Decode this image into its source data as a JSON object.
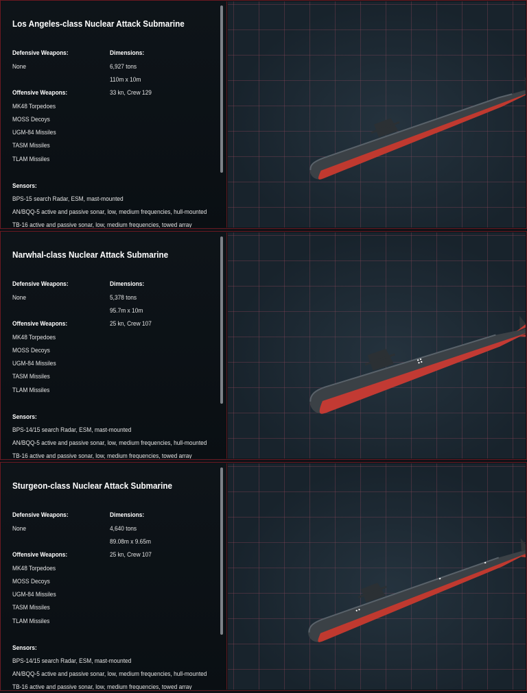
{
  "subs": [
    {
      "title": "Los Angeles-class Nuclear Attack Submarine",
      "defensive_label": "Defensive Weapons:",
      "defensive": [
        "None"
      ],
      "dimensions_label": "Dimensions:",
      "dimensions": [
        "6,927 tons",
        "110m x 10m",
        "33 kn, Crew 129"
      ],
      "offensive_label": "Offensive Weapons:",
      "offensive": [
        "MK48 Torpedoes",
        "MOSS Decoys",
        "UGM-84 Missiles",
        "TASM Missiles",
        "TLAM Missiles"
      ],
      "sensors_label": "Sensors:",
      "sensors": [
        "BPS-15 search Radar, ESM, mast-mounted",
        "AN/BQQ-5 active and passive sonar, low, medium frequencies, hull-mounted",
        "TB-16  active and passive sonar, low, medium frequencies, towed array"
      ]
    },
    {
      "title": "Narwhal-class Nuclear Attack Submarine",
      "defensive_label": "Defensive Weapons:",
      "defensive": [
        "None"
      ],
      "dimensions_label": "Dimensions:",
      "dimensions": [
        "5,378 tons",
        "95.7m x 10m",
        "25 kn, Crew 107"
      ],
      "offensive_label": "Offensive Weapons:",
      "offensive": [
        "MK48 Torpedoes",
        "MOSS Decoys",
        "UGM-84 Missiles",
        "TASM Missiles",
        "TLAM Missiles"
      ],
      "sensors_label": "Sensors:",
      "sensors": [
        "BPS-14/15 search Radar, ESM, mast-mounted",
        "AN/BQQ-5 active and passive sonar, low, medium frequencies, hull-mounted",
        "TB-16  active and passive sonar, low, medium frequencies, towed array"
      ]
    },
    {
      "title": "Sturgeon-class Nuclear Attack Submarine",
      "defensive_label": "Defensive Weapons:",
      "defensive": [
        "None"
      ],
      "dimensions_label": "Dimensions:",
      "dimensions": [
        "4,640 tons",
        "89.08m x 9.65m",
        "25 kn, Crew 107"
      ],
      "offensive_label": "Offensive Weapons:",
      "offensive": [
        "MK48 Torpedoes",
        "MOSS Decoys",
        "UGM-84 Missiles",
        "TASM Missiles",
        "TLAM Missiles"
      ],
      "sensors_label": "Sensors:",
      "sensors": [
        "BPS-14/15 search Radar, ESM, mast-mounted",
        "AN/BQQ-5 active and passive sonar, low, medium frequencies, hull-mounted",
        "TB-16  active and passive sonar, low, medium frequencies, towed array"
      ]
    }
  ],
  "icons": {
    "submarine_model": "submarine-model-icon"
  },
  "colors": {
    "border": "#6a1a22",
    "hull_top": "#3a4045",
    "hull_bottom": "#c23a33",
    "grid": "#8a3a4f"
  }
}
